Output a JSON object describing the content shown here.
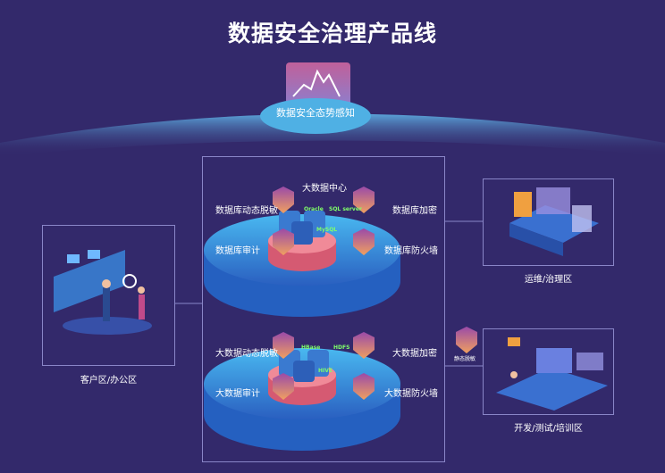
{
  "title": "数据安全治理产品线",
  "situation": {
    "label": "数据安全态势感知"
  },
  "center": {
    "bigdata_center": "大数据中心",
    "db": {
      "masking": "数据库动态脱敏",
      "encryption": "数据库加密",
      "audit": "数据库审计",
      "firewall": "数据库防火墙",
      "stores": [
        "Oracle",
        "SQL server",
        "MySQL"
      ]
    },
    "bd": {
      "masking": "大数据动态脱敏",
      "encryption": "大数据加密",
      "audit": "大数据审计",
      "firewall": "大数据防火墙",
      "stores": [
        "HBase",
        "HDFS",
        "HIVE"
      ]
    }
  },
  "zones": {
    "client": "客户区/办公区",
    "ops": "运维/治理区",
    "dev": "开发/测试/培训区",
    "static_masking": "静态脱敏"
  },
  "colors": {
    "background": "#33296b",
    "disc": "#3aa0e0",
    "core": "#f07a8a",
    "shield": "#e06a6a"
  }
}
